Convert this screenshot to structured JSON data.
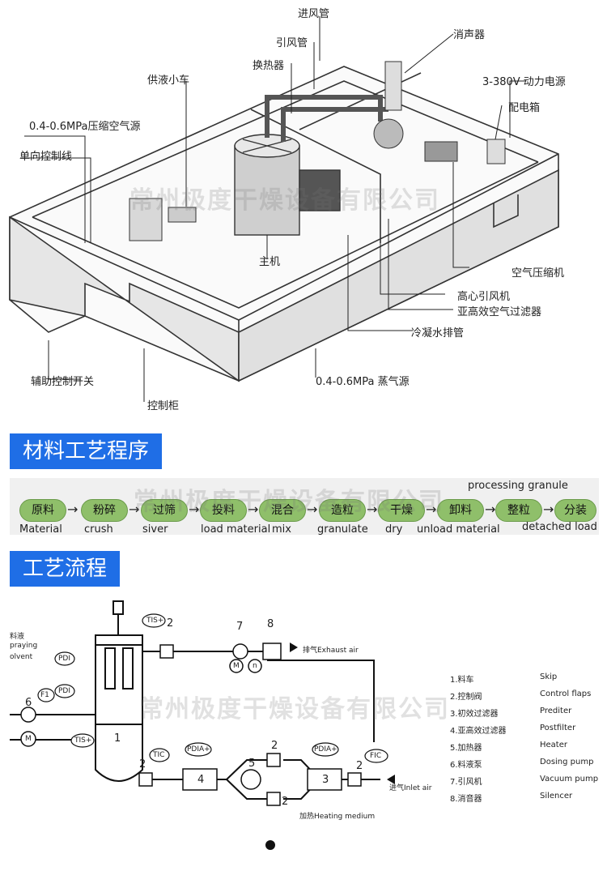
{
  "top_diagram": {
    "labels": {
      "inlet_duct": "进风管",
      "exhaust_duct": "引风管",
      "silencer": "消声器",
      "heat_exchanger": "换热器",
      "feed_cart": "供液小车",
      "power_source": "3-380V 动力电源",
      "distribution_box": "配电箱",
      "compressed_air": "0.4-0.6MPa压缩空气源",
      "one_way_control": "单向控制线",
      "main_unit": "主机",
      "air_compressor": "空气压缩机",
      "high_pressure_fan": "高心引风机",
      "sub_hepa_filter": "亚高效空气过滤器",
      "condensate_pipe": "冷凝水排管",
      "aux_switch": "辅助控制开关",
      "steam_source": "0.4-0.6MPa 蒸气源",
      "control_cabinet": "控制柜"
    }
  },
  "watermark": "常州极度干燥设备有限公司",
  "section1": {
    "title": "材料工艺程序"
  },
  "process": {
    "top_note": "processing granule",
    "steps": [
      {
        "cn": "原料",
        "en": "Material"
      },
      {
        "cn": "粉碎",
        "en": "crush"
      },
      {
        "cn": "过筛",
        "en": "siver"
      },
      {
        "cn": "投料",
        "en": "load material"
      },
      {
        "cn": "混合",
        "en": "mix"
      },
      {
        "cn": "造粒",
        "en": "granulate"
      },
      {
        "cn": "干燥",
        "en": "dry"
      },
      {
        "cn": "卸料",
        "en": "unload material"
      },
      {
        "cn": "整粒",
        "en": ""
      },
      {
        "cn": "分装",
        "en": "detached load"
      }
    ]
  },
  "section2": {
    "title": "工艺流程"
  },
  "flow": {
    "left_cut_labels": [
      "料液",
      "praying",
      "olvent"
    ],
    "instruments": {
      "tis1": "TIS+",
      "tis2": "TIS+",
      "tic": "TIC",
      "pdi1": "PDI",
      "pdi2": "PDI",
      "f1": "F1",
      "pdia1": "PDIA+",
      "pdia2": "PDIA+",
      "fic": "FIC",
      "m1": "M",
      "m2": "M",
      "n": "n"
    },
    "numbers": [
      "1",
      "2",
      "2",
      "2",
      "2",
      "2",
      "3",
      "4",
      "5",
      "6",
      "7",
      "8"
    ],
    "exhaust_label": "排气Exhaust air",
    "inlet_label": "进气Inlet air",
    "heating_label": "加热Heating medium"
  },
  "legend": [
    {
      "cn": "1.料车",
      "en": "Skip"
    },
    {
      "cn": "2.控制阀",
      "en": "Control flaps"
    },
    {
      "cn": "3.初效过滤器",
      "en": "Prediter"
    },
    {
      "cn": "4.亚高效过滤器",
      "en": "Postfilter"
    },
    {
      "cn": "5.加热器",
      "en": "Heater"
    },
    {
      "cn": "6.料液泵",
      "en": "Dosing pump"
    },
    {
      "cn": "7.引风机",
      "en": "Vacuum pump"
    },
    {
      "cn": "8.消音器",
      "en": "Silencer"
    }
  ]
}
